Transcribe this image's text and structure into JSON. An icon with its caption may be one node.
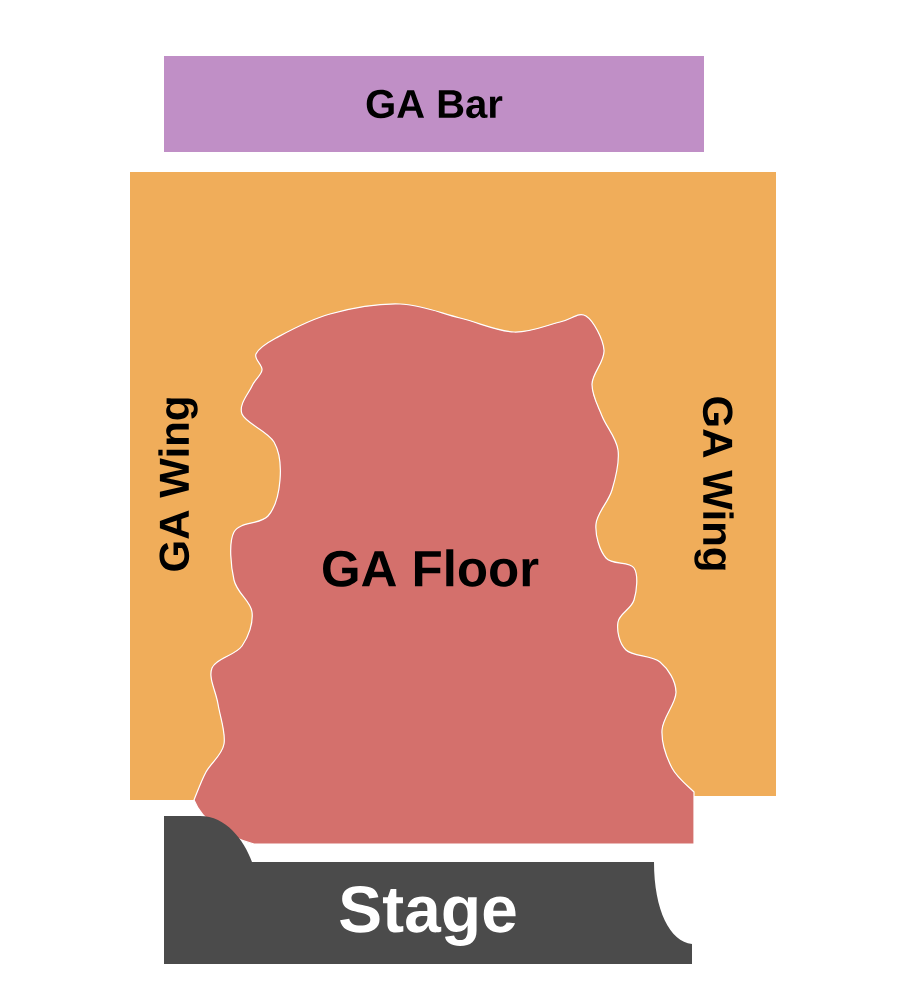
{
  "diagram": {
    "nodes": [
      {
        "text": [
          "GA Bar"
        ]
      },
      {
        "text": [
          "GA Wing"
        ]
      },
      {
        "text": [
          "GA Floor"
        ]
      },
      {
        "text": [
          "GA Wing"
        ]
      },
      {
        "text": [
          "Stage"
        ]
      }
    ]
  }
}
